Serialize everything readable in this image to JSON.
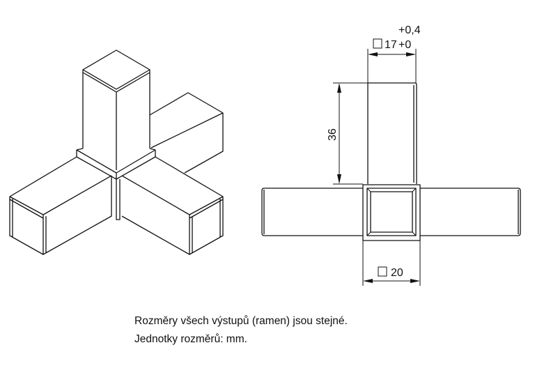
{
  "dimensions": {
    "arm_inner_size": "17",
    "tolerance_lower": "+0",
    "tolerance_upper": "+0,4",
    "arm_length": "36",
    "body_size": "20"
  },
  "notes": [
    "Rozměry všech výstupů (ramen) jsou stejné.",
    "Jednotky rozměrů: mm."
  ],
  "colors": {
    "line": "#111111",
    "background": "#ffffff"
  }
}
